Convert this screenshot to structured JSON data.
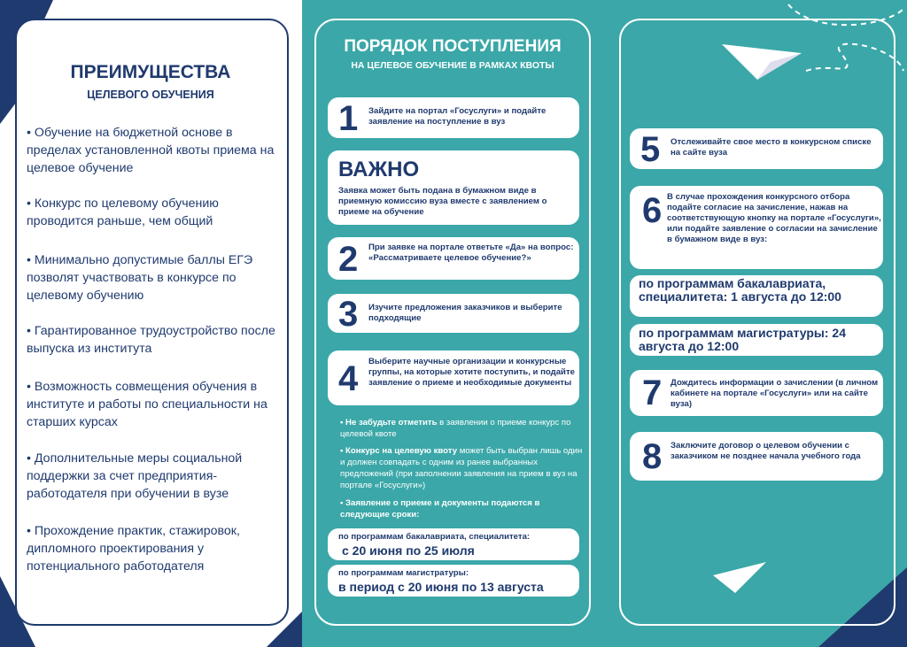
{
  "left": {
    "title": "ПРЕИМУЩЕСТВА",
    "subtitle": "ЦЕЛЕВОГО ОБУЧЕНИЯ",
    "items": [
      "• Обучение на бюджетной основе в пределах установленной квоты приема на целевое обучение",
      "• Конкурс по целевому обучению проводится раньше, чем общий",
      "• Минимально допустимые баллы ЕГЭ позволят участвовать в конкурсе по целевому обучению",
      "• Гарантированное трудоустройство после выпуска из института",
      "• Возможность совмещения обучения в институте и работы по специальности на старших курсах",
      "• Дополнительные меры социальной поддержки за счет предприятия-работодателя при обучении в вузе",
      "• Прохождение практик, стажировок, дипломного проектирования у потенциального работодателя"
    ]
  },
  "middle": {
    "title": "ПОРЯДОК ПОСТУПЛЕНИЯ",
    "subtitle": "НА ЦЕЛЕВОЕ ОБУЧЕНИЕ В РАМКАХ КВОТЫ",
    "step1": {
      "num": "1",
      "text": "Зайдите на портал «Госуслуги» и подайте заявление на поступление в вуз"
    },
    "important": {
      "title": "ВАЖНО",
      "text": "Заявка может быть подана в бумажном виде в приемную комиссию вуза вместе с заявлением о приеме на обучение"
    },
    "step2": {
      "num": "2",
      "text": "При заявке на портале ответьте «Да» на вопрос: «Рассматриваете целевое обучение?»"
    },
    "step3": {
      "num": "3",
      "text": "Изучите предложения заказчиков и выберите подходящие"
    },
    "step4": {
      "num": "4",
      "text": "Выберите научные организации и конкурсные группы, на которые хотите поступить, и подайте заявление о приеме и необходимые документы"
    },
    "note1_bold": "• Не забудьте отметить",
    "note1_rest": " в заявлении о приеме конкурс по целевой квоте",
    "note2_bold": "• Конкурс на целевую квоту",
    "note2_rest": " может быть выбран лишь один и должен совпадать с одним из ранее выбранных предложений (при заполнении заявления на прием в вуз на портале «Госуслуги»)",
    "note3": "• Заявление о приеме и документы подаются в следующие сроки:",
    "deadline1": {
      "label": "по программам бакалавриата, специалитета:",
      "value": "с 20 июня по 25 июля"
    },
    "deadline2": {
      "label": "по программам магистратуры:",
      "value": "в период с 20 июня по 13 августа"
    }
  },
  "right": {
    "step5": {
      "num": "5",
      "text": "Отслеживайте свое место в конкурсном списке на сайте вуза"
    },
    "step6": {
      "num": "6",
      "text": "В случае прохождения конкурсного отбора подайте согласие на зачисление, нажав на соответствующую кнопку на портале «Госуслуги», или подайте заявление о согласии на зачисление в бумажном виде в вуз:"
    },
    "consent1": "по программам бакалавриата, специалитета: 1 августа до 12:00",
    "consent2": "по программам магистратуры: 24 августа до 12:00",
    "step7": {
      "num": "7",
      "text": "Дождитесь информации о зачислении (в личном кабинете на портале «Госуслуги» или на сайте вуза)"
    },
    "step8": {
      "num": "8",
      "text": "Заключите договор о целевом обучении с заказчиком не позднее начала учебного года"
    }
  },
  "colors": {
    "navy": "#1f3a6e",
    "teal": "#3ba7a8"
  }
}
